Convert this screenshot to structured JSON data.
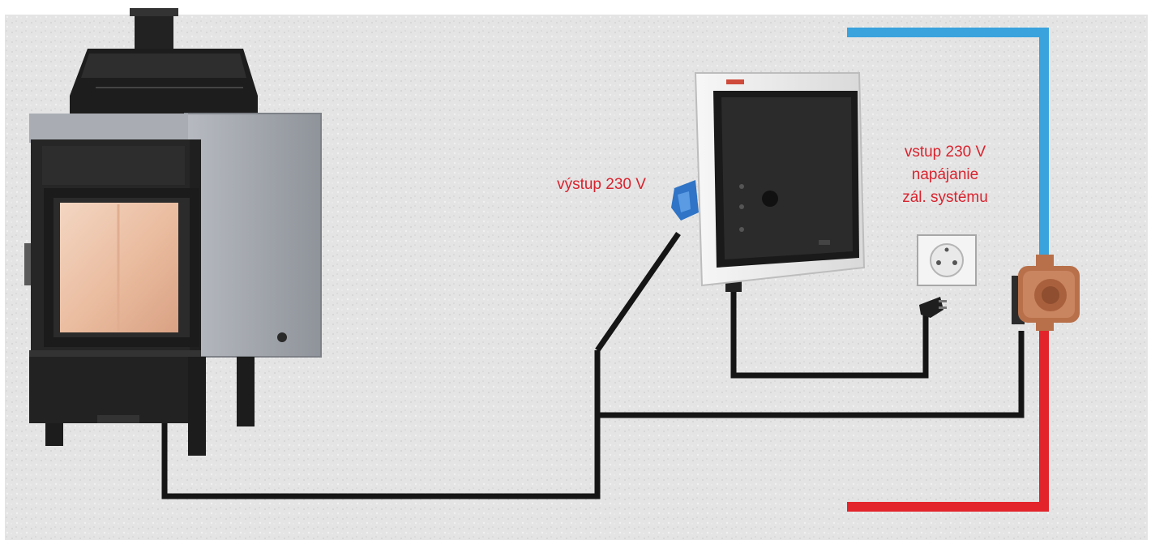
{
  "labels": {
    "output_230v": "výstup 230 V",
    "input_line1": "vstup 230 V",
    "input_line2": "napájanie",
    "input_line3": "zál. systému"
  },
  "colors": {
    "background": "#e6e6e6",
    "label_text": "#d9232e",
    "cold_pipe": "#3aa3dd",
    "hot_pipe": "#e3242b",
    "cable": "#151515",
    "stove_body": "#9a9ea6",
    "stove_dark": "#202020",
    "fire_glass": "#efc7ac",
    "control_box": "#ececec",
    "control_door": "#2a2a2a",
    "connector": "#2f74c6",
    "pump": "#b8704a"
  },
  "icons": {
    "fireplace": "fireplace-stove-icon",
    "control_box": "control-box-icon",
    "socket": "wall-socket-icon",
    "plug": "power-plug-icon",
    "pump": "circulation-pump-icon"
  }
}
